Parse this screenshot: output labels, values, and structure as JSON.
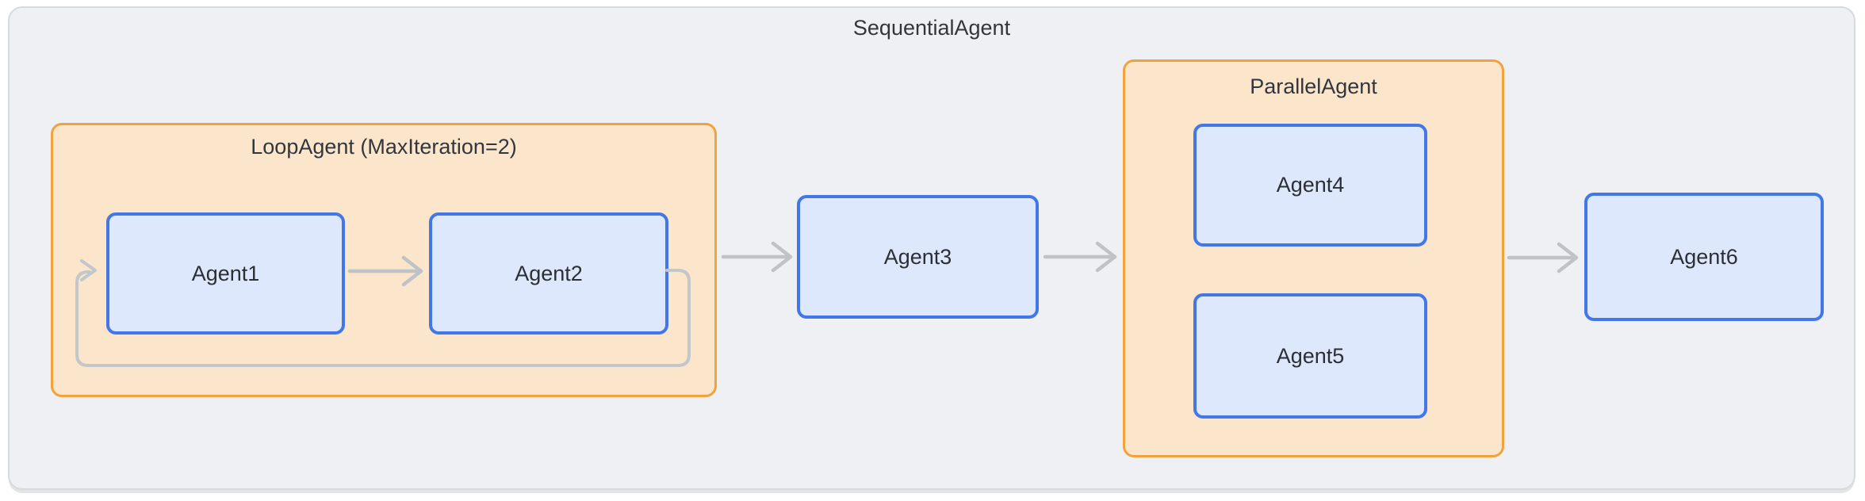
{
  "diagram": {
    "title": "SequentialAgent",
    "groups": {
      "loop": {
        "label": "LoopAgent (MaxIteration=2)",
        "children": [
          "Agent1",
          "Agent2"
        ]
      },
      "parallel": {
        "label": "ParallelAgent",
        "children": [
          "Agent4",
          "Agent5"
        ]
      }
    },
    "nodes": {
      "agent1": "Agent1",
      "agent2": "Agent2",
      "agent3": "Agent3",
      "agent4": "Agent4",
      "agent5": "Agent5",
      "agent6": "Agent6"
    },
    "edges": [
      {
        "from": "Agent1",
        "to": "Agent2",
        "type": "forward"
      },
      {
        "from": "Agent2",
        "to": "Agent1",
        "type": "loop-back"
      },
      {
        "from": "LoopAgent",
        "to": "Agent3",
        "type": "forward"
      },
      {
        "from": "Agent3",
        "to": "ParallelAgent",
        "type": "forward"
      },
      {
        "from": "ParallelAgent",
        "to": "Agent6",
        "type": "forward"
      }
    ],
    "colors": {
      "group_fill": "#FBE6CB",
      "group_border": "#F1A23D",
      "node_fill": "#DEE8FC",
      "node_border": "#4377E8",
      "arrow": "#BFC2C6",
      "loop_arrow": "#C3C6CA",
      "text": "#2B2F36",
      "title_text": "#33363C",
      "container_fill": "#EEF0F3",
      "container_border": "#D6D9DE"
    }
  }
}
